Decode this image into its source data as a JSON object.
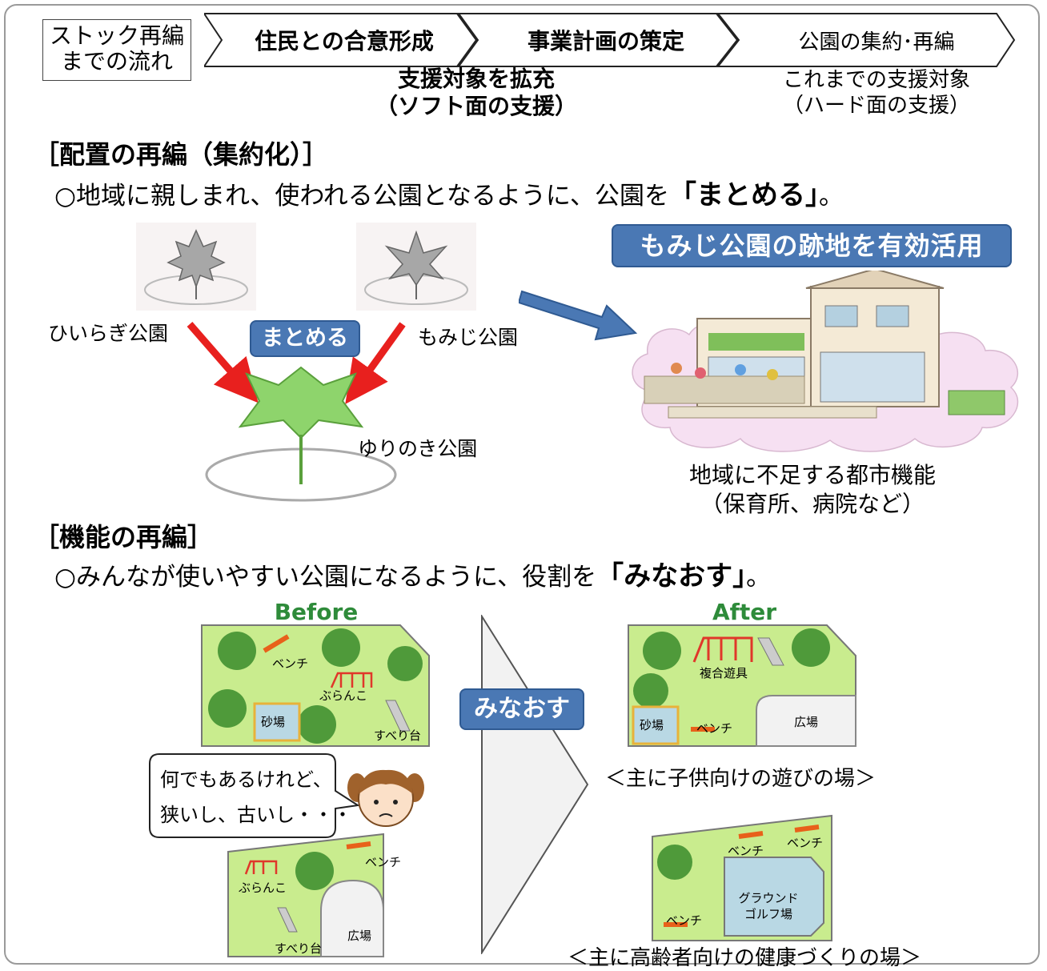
{
  "flow": {
    "label_line1": "ストック再編",
    "label_line2": "までの流れ",
    "steps": [
      {
        "label": "住民との合意形成"
      },
      {
        "label": "事業計画の策定"
      },
      {
        "label": "公園の集約･再編"
      }
    ],
    "support_expand_line1": "支援対象を拡充",
    "support_expand_line2": "（ソフト面の支援）",
    "support_current_line1": "これまでの支援対象",
    "support_current_line2": "（ハード面の支援）"
  },
  "section1": {
    "title": "［配置の再編（集約化）］",
    "lead_prefix": "○地域に親しまれ、使われる公園となるように、公園を",
    "lead_emphasis": "「まとめる」",
    "lead_suffix": "。",
    "park_hiiragi": "ひいらぎ公園",
    "park_momiji": "もみじ公園",
    "park_yurinoki": "ゆりのき公園",
    "merge_badge": "まとめる",
    "reuse_banner": "もみじ公園の跡地を有効活用",
    "urban_function_line1": "地域に不足する都市機能",
    "urban_function_line2": "（保育所、病院など）"
  },
  "section2": {
    "title": "［機能の再編］",
    "lead_prefix": "○みんなが使いやすい公園になるように、役割を",
    "lead_emphasis": "「みなおす」",
    "lead_suffix": "。",
    "before_label": "Before",
    "after_label": "After",
    "review_badge": "みなおす",
    "speech_line1": "何でもあるけれど、",
    "speech_line2": "狭いし、古いし・・・",
    "before_park1": {
      "bench": "ベンチ",
      "swing": "ぶらんこ",
      "sandbox": "砂場",
      "slide": "すべり台"
    },
    "before_park2": {
      "bench": "ベンチ",
      "swing": "ぶらんこ",
      "slide": "すべり台",
      "plaza": "広場"
    },
    "after_park1": {
      "play": "複合遊具",
      "sandbox": "砂場",
      "bench": "ベンチ",
      "plaza": "広場",
      "caption": "＜主に子供向けの遊びの場＞"
    },
    "after_park2": {
      "bench1": "ベンチ",
      "bench2": "ベンチ",
      "bench3": "ベンチ",
      "golf_line1": "グラウンド",
      "golf_line2": "ゴルフ場",
      "caption": "＜主に高齢者向けの健康づくりの場＞"
    }
  },
  "colors": {
    "badge_blue": "#4a78b4",
    "park_green": "#c9ec8e",
    "tree_green": "#4f9a3a",
    "bench_orange": "#e8611a",
    "arrow_red": "#e8201e",
    "arrow_blue": "#4a78b4",
    "banner_title_green": "#2e8b3a"
  }
}
